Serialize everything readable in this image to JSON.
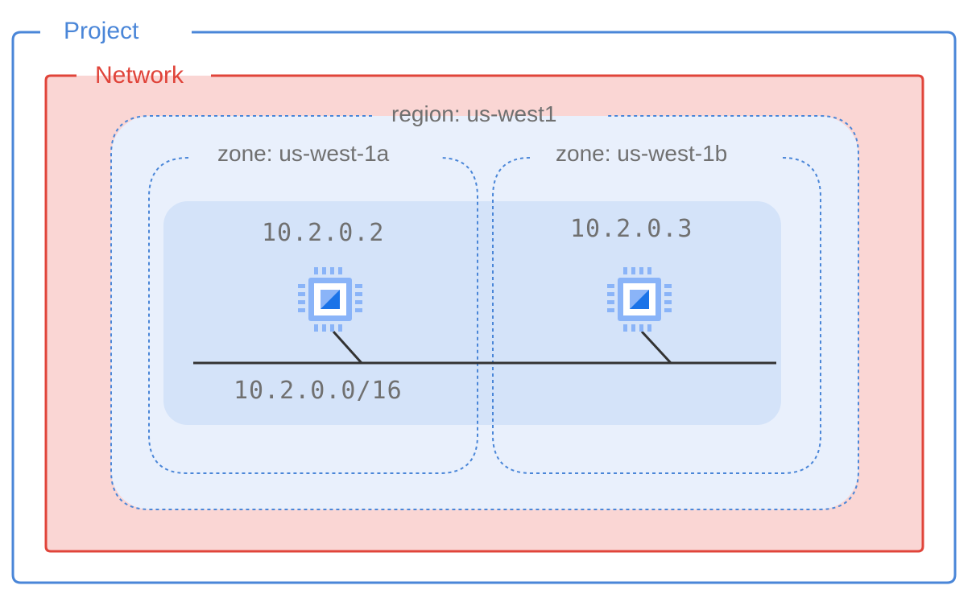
{
  "project": {
    "label": "Project",
    "color": "#4a86d8"
  },
  "network": {
    "label": "Network",
    "color": "#e0443a",
    "fill": "#fad6d4"
  },
  "region": {
    "label": "region: us-west1",
    "fill": "#e9f0fc",
    "border": "#4a86d8"
  },
  "zones": [
    {
      "label": "zone: us-west-1a"
    },
    {
      "label": "zone: us-west-1b"
    }
  ],
  "subnet": {
    "cidr": "10.2.0.0/16",
    "fill": "#d4e3f9"
  },
  "instances": [
    {
      "ip": "10.2.0.2",
      "icon": "compute-engine-icon"
    },
    {
      "ip": "10.2.0.3",
      "icon": "compute-engine-icon"
    }
  ],
  "colors": {
    "text_gray": "#707070",
    "chip_light": "#8ab4f8",
    "chip_dark": "#1a73e8",
    "line": "#333333"
  }
}
